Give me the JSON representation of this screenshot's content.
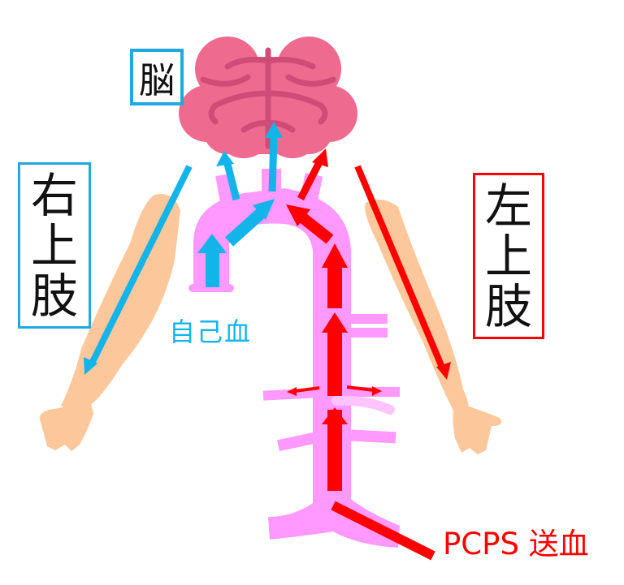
{
  "labels": {
    "brain": "脳",
    "right_upper_limb": [
      "右",
      "上",
      "肢"
    ],
    "left_upper_limb": [
      "左",
      "上",
      "肢"
    ],
    "self_blood": "自己血",
    "pcps_flow": "PCPS 送血"
  },
  "colors": {
    "self_blood_arrow": "#12b4ea",
    "pcps_arrow": "#ff0000",
    "aorta": "#ff99ff",
    "brain": "#ee6a8f",
    "skin": "#fcc79a",
    "right_box_border": "#1fa9e0",
    "left_box_border": "#ff0000"
  }
}
